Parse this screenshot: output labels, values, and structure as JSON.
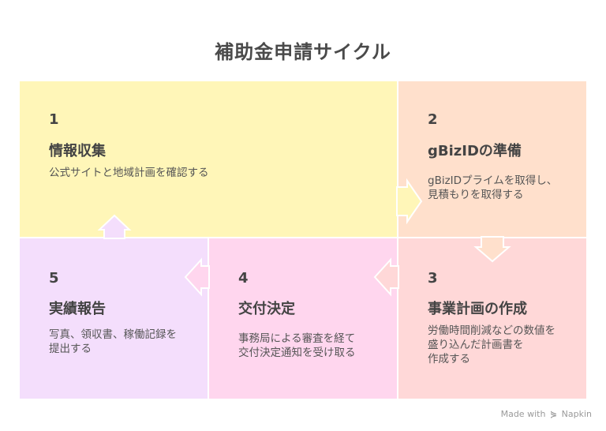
{
  "title": "補助金申請サイクル",
  "colors": {
    "step1": "#FFF6B8",
    "step2": "#FFE0CC",
    "step3": "#FFD8D8",
    "step4": "#FFD6EE",
    "step5": "#F4DEFC"
  },
  "steps": [
    {
      "number": "1",
      "heading": "情報収集",
      "description": "公式サイトと地域計画を確認する"
    },
    {
      "number": "2",
      "heading": "gBizIDの準備",
      "description": "gBizIDプライムを取得し、\n見積もりを取得する"
    },
    {
      "number": "3",
      "heading": "事業計画の作成",
      "description": "労働時間削減などの数値を\n盛り込んだ計画書を\n作成する"
    },
    {
      "number": "4",
      "heading": "交付決定",
      "description": "事務局による審査を経て\n交付決定通知を受け取る"
    },
    {
      "number": "5",
      "heading": "実績報告",
      "description": "写真、領収書、稼働記録を\n提出する"
    }
  ],
  "footer": {
    "prefix": "Made with",
    "logo_icon": "napkin-logo-icon",
    "brand": "Napkin"
  }
}
